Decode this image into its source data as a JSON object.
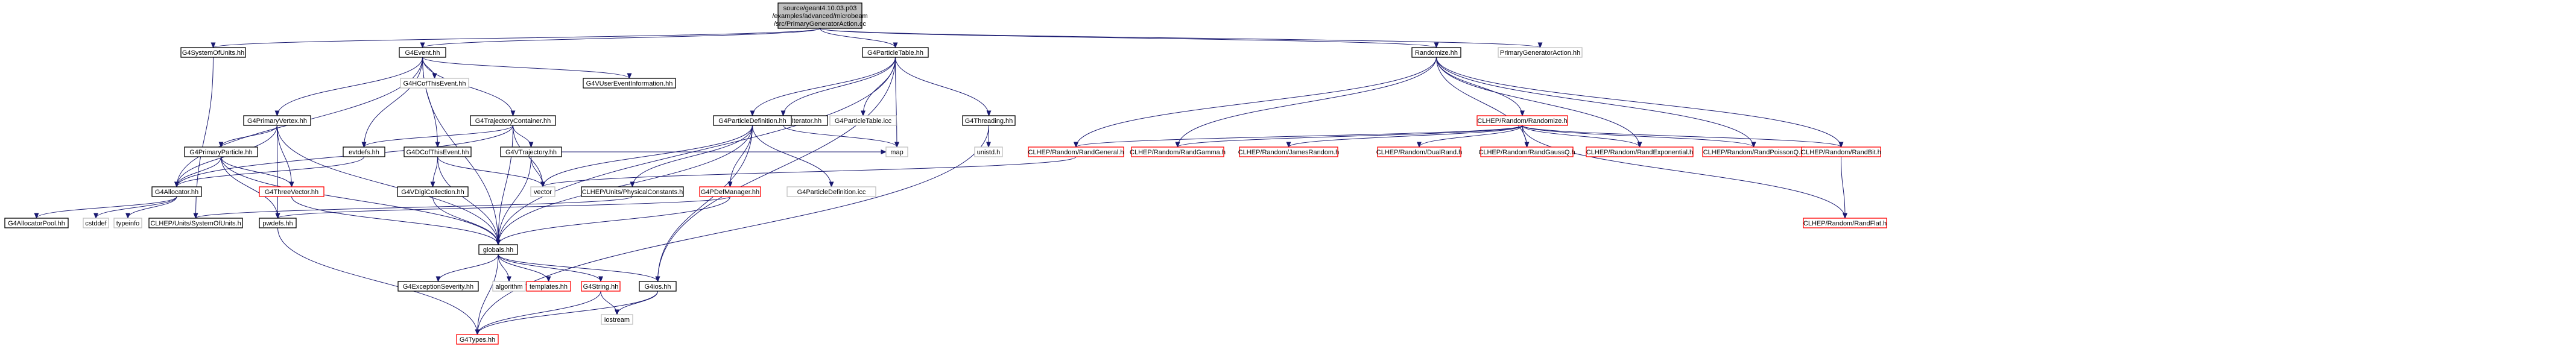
{
  "colors": {
    "edge": "#191970",
    "text": "#000000",
    "node_fill": "#ffffff",
    "node_fill_root": "#bfbfbf",
    "border_normal": "#000000",
    "border_external": "#bfbfbf",
    "border_truncated": "#ff0000"
  },
  "nodes": {
    "root": {
      "lines": [
        "source/geant4.10.03.p03",
        "/examples/advanced/microbeam",
        "/src/PrimaryGeneratorAction.cc"
      ],
      "style": "root"
    },
    "sysunits": {
      "lines": [
        "G4SystemOfUnits.hh"
      ],
      "style": "normal"
    },
    "event": {
      "lines": [
        "G4Event.hh"
      ],
      "style": "normal"
    },
    "particletable": {
      "lines": [
        "G4ParticleTable.hh"
      ],
      "style": "normal"
    },
    "randomize": {
      "lines": [
        "Randomize.hh"
      ],
      "style": "normal"
    },
    "pgaction": {
      "lines": [
        "PrimaryGeneratorAction.hh"
      ],
      "style": "external"
    },
    "hcofthisevent": {
      "lines": [
        "G4HCofThisEvent.hh"
      ],
      "style": "external"
    },
    "primaryvertex": {
      "lines": [
        "G4PrimaryVertex.hh"
      ],
      "style": "normal"
    },
    "trajcontainer": {
      "lines": [
        "G4TrajectoryContainer.hh"
      ],
      "style": "normal"
    },
    "vuserevent": {
      "lines": [
        "G4VUserEventInformation.hh"
      ],
      "style": "normal"
    },
    "ptiterator": {
      "lines": [
        "G4ParticleTableIterator.hh"
      ],
      "style": "normal"
    },
    "ptable_icc": {
      "lines": [
        "G4ParticleTable.icc"
      ],
      "style": "external"
    },
    "threading": {
      "lines": [
        "G4Threading.hh"
      ],
      "style": "normal"
    },
    "clhep_randomize": {
      "lines": [
        "CLHEP/Random/Randomize.h"
      ],
      "style": "truncated"
    },
    "primaryparticle": {
      "lines": [
        "G4PrimaryParticle.hh"
      ],
      "style": "normal"
    },
    "evtdefs": {
      "lines": [
        "evtdefs.hh"
      ],
      "style": "normal"
    },
    "dcofthisevent": {
      "lines": [
        "G4DCofThisEvent.hh"
      ],
      "style": "normal"
    },
    "vtrajectory": {
      "lines": [
        "G4VTrajectory.hh"
      ],
      "style": "normal"
    },
    "partdef": {
      "lines": [
        "G4ParticleDefinition.hh"
      ],
      "style": "normal"
    },
    "map": {
      "lines": [
        "map"
      ],
      "style": "external"
    },
    "unistd": {
      "lines": [
        "unistd.h"
      ],
      "style": "external"
    },
    "randgeneral": {
      "lines": [
        "CLHEP/Random/RandGeneral.h"
      ],
      "style": "truncated"
    },
    "randgamma": {
      "lines": [
        "CLHEP/Random/RandGamma.h"
      ],
      "style": "truncated"
    },
    "jamesrandom": {
      "lines": [
        "CLHEP/Random/JamesRandom.h"
      ],
      "style": "truncated"
    },
    "dualrand": {
      "lines": [
        "CLHEP/Random/DualRand.h"
      ],
      "style": "truncated"
    },
    "randgaussq": {
      "lines": [
        "CLHEP/Random/RandGaussQ.h"
      ],
      "style": "truncated"
    },
    "randexp": {
      "lines": [
        "CLHEP/Random/RandExponential.h"
      ],
      "style": "truncated"
    },
    "randpoisson": {
      "lines": [
        "CLHEP/Random/RandPoissonQ.h"
      ],
      "style": "truncated"
    },
    "randbit": {
      "lines": [
        "CLHEP/Random/RandBit.h"
      ],
      "style": "truncated"
    },
    "allocator": {
      "lines": [
        "G4Allocator.hh"
      ],
      "style": "normal"
    },
    "threevector": {
      "lines": [
        "G4ThreeVector.hh"
      ],
      "style": "truncated"
    },
    "vdigicollection": {
      "lines": [
        "G4VDigiCollection.hh"
      ],
      "style": "normal"
    },
    "vector": {
      "lines": [
        "vector"
      ],
      "style": "external"
    },
    "physconst": {
      "lines": [
        "CLHEP/Units/PhysicalConstants.h"
      ],
      "style": "normal"
    },
    "pdefmanager": {
      "lines": [
        "G4PDefManager.hh"
      ],
      "style": "truncated"
    },
    "partdef_icc": {
      "lines": [
        "G4ParticleDefinition.icc"
      ],
      "style": "external"
    },
    "randflat": {
      "lines": [
        "CLHEP/Random/RandFlat.h"
      ],
      "style": "truncated"
    },
    "allocatorpool": {
      "lines": [
        "G4AllocatorPool.hh"
      ],
      "style": "normal"
    },
    "cstddef": {
      "lines": [
        "cstddef"
      ],
      "style": "external"
    },
    "typeinfo": {
      "lines": [
        "typeinfo"
      ],
      "style": "external"
    },
    "clhep_sysunits": {
      "lines": [
        "CLHEP/Units/SystemOfUnits.h"
      ],
      "style": "normal"
    },
    "pwdefs": {
      "lines": [
        "pwdefs.hh"
      ],
      "style": "normal"
    },
    "globals": {
      "lines": [
        "globals.hh"
      ],
      "style": "normal"
    },
    "exceptionseverity": {
      "lines": [
        "G4ExceptionSeverity.hh"
      ],
      "style": "normal"
    },
    "algorithm": {
      "lines": [
        "algorithm"
      ],
      "style": "external"
    },
    "templates": {
      "lines": [
        "templates.hh"
      ],
      "style": "truncated"
    },
    "g4string": {
      "lines": [
        "G4String.hh"
      ],
      "style": "truncated"
    },
    "g4ios": {
      "lines": [
        "G4ios.hh"
      ],
      "style": "normal"
    },
    "iostream": {
      "lines": [
        "iostream"
      ],
      "style": "external"
    },
    "g4types": {
      "lines": [
        "G4Types.hh"
      ],
      "style": "truncated"
    }
  },
  "edges": [
    [
      "root",
      "sysunits"
    ],
    [
      "root",
      "event"
    ],
    [
      "root",
      "particletable"
    ],
    [
      "root",
      "randomize"
    ],
    [
      "root",
      "pgaction"
    ],
    [
      "sysunits",
      "clhep_sysunits"
    ],
    [
      "event",
      "hcofthisevent"
    ],
    [
      "event",
      "primaryvertex"
    ],
    [
      "event",
      "trajcontainer"
    ],
    [
      "event",
      "vuserevent"
    ],
    [
      "event",
      "evtdefs"
    ],
    [
      "event",
      "dcofthisevent"
    ],
    [
      "event",
      "allocator"
    ],
    [
      "event",
      "globals"
    ],
    [
      "particletable",
      "ptiterator"
    ],
    [
      "particletable",
      "ptable_icc"
    ],
    [
      "particletable",
      "threading"
    ],
    [
      "particletable",
      "partdef"
    ],
    [
      "particletable",
      "map"
    ],
    [
      "particletable",
      "globals"
    ],
    [
      "particletable",
      "g4ios"
    ],
    [
      "randomize",
      "clhep_randomize"
    ],
    [
      "randomize",
      "randgeneral"
    ],
    [
      "randomize",
      "randgamma"
    ],
    [
      "randomize",
      "randgaussq"
    ],
    [
      "randomize",
      "randexp"
    ],
    [
      "randomize",
      "randpoisson"
    ],
    [
      "randomize",
      "randbit"
    ],
    [
      "primaryvertex",
      "primaryparticle"
    ],
    [
      "primaryvertex",
      "allocator"
    ],
    [
      "primaryvertex",
      "threevector"
    ],
    [
      "primaryvertex",
      "pwdefs"
    ],
    [
      "primaryvertex",
      "globals"
    ],
    [
      "trajcontainer",
      "vtrajectory"
    ],
    [
      "trajcontainer",
      "evtdefs"
    ],
    [
      "trajcontainer",
      "vector"
    ],
    [
      "trajcontainer",
      "globals"
    ],
    [
      "trajcontainer",
      "allocator"
    ],
    [
      "ptiterator",
      "partdef"
    ],
    [
      "ptiterator",
      "map"
    ],
    [
      "threading",
      "unistd"
    ],
    [
      "threading",
      "g4types"
    ],
    [
      "clhep_randomize",
      "randgeneral"
    ],
    [
      "clhep_randomize",
      "randgamma"
    ],
    [
      "clhep_randomize",
      "jamesrandom"
    ],
    [
      "clhep_randomize",
      "dualrand"
    ],
    [
      "clhep_randomize",
      "randgaussq"
    ],
    [
      "clhep_randomize",
      "randexp"
    ],
    [
      "clhep_randomize",
      "randpoisson"
    ],
    [
      "clhep_randomize",
      "randbit"
    ],
    [
      "clhep_randomize",
      "randflat"
    ],
    [
      "primaryparticle",
      "allocator"
    ],
    [
      "primaryparticle",
      "threevector"
    ],
    [
      "primaryparticle",
      "pwdefs"
    ],
    [
      "primaryparticle",
      "globals"
    ],
    [
      "evtdefs",
      "allocator"
    ],
    [
      "dcofthisevent",
      "vdigicollection"
    ],
    [
      "dcofthisevent",
      "vector"
    ],
    [
      "dcofthisevent",
      "globals"
    ],
    [
      "vtrajectory",
      "vector"
    ],
    [
      "vtrajectory",
      "globals"
    ],
    [
      "vtrajectory",
      "map"
    ],
    [
      "partdef",
      "physconst"
    ],
    [
      "partdef",
      "pdefmanager"
    ],
    [
      "partdef",
      "partdef_icc"
    ],
    [
      "partdef",
      "vector"
    ],
    [
      "partdef",
      "globals"
    ],
    [
      "partdef",
      "g4ios"
    ],
    [
      "randgeneral",
      "vector"
    ],
    [
      "randbit",
      "randflat"
    ],
    [
      "allocator",
      "allocatorpool"
    ],
    [
      "allocator",
      "cstddef"
    ],
    [
      "allocator",
      "typeinfo"
    ],
    [
      "threevector",
      "globals"
    ],
    [
      "vdigicollection",
      "globals"
    ],
    [
      "physconst",
      "clhep_sysunits"
    ],
    [
      "pdefmanager",
      "pwdefs"
    ],
    [
      "pdefmanager",
      "globals"
    ],
    [
      "pwdefs",
      "g4types"
    ],
    [
      "globals",
      "exceptionseverity"
    ],
    [
      "globals",
      "algorithm"
    ],
    [
      "globals",
      "templates"
    ],
    [
      "globals",
      "g4string"
    ],
    [
      "globals",
      "g4ios"
    ],
    [
      "globals",
      "g4types"
    ],
    [
      "g4string",
      "iostream"
    ],
    [
      "g4string",
      "g4types"
    ],
    [
      "g4ios",
      "iostream"
    ],
    [
      "g4ios",
      "g4types"
    ]
  ]
}
